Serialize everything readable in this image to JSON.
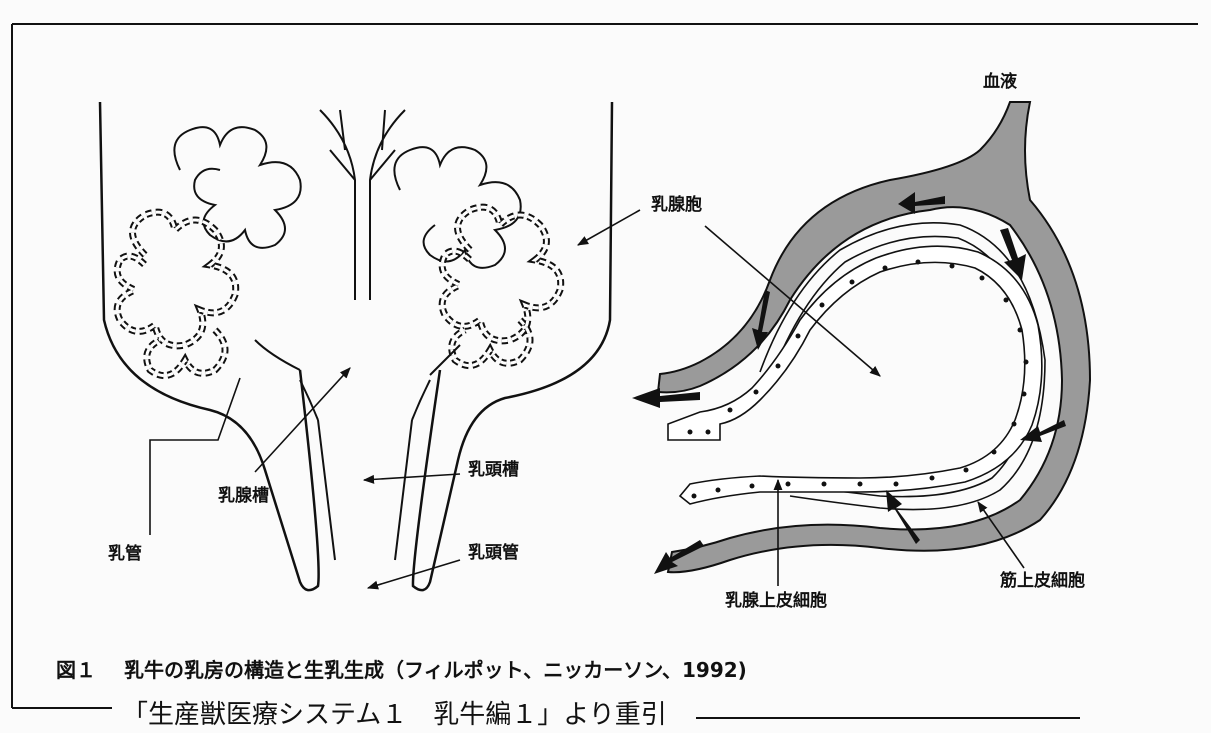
{
  "labels": {
    "blood": "血液",
    "alveolus": "乳腺胞",
    "teat_cistern": "乳頭槽",
    "gland_cistern": "乳腺槽",
    "milk_duct": "乳管",
    "teat_canal": "乳頭管",
    "myoepithelial_cell": "筋上皮細胞",
    "epithelial_cell": "乳腺上皮細胞"
  },
  "caption": {
    "number": "図１",
    "text": "乳牛の乳房の構造と生乳生成（フィルポット、ニッカーソン、1992)"
  },
  "source": "「生産獣医療システム１　乳牛編１」より重引",
  "colors": {
    "vessel_fill": "#9a9a9a",
    "line": "#111111"
  }
}
